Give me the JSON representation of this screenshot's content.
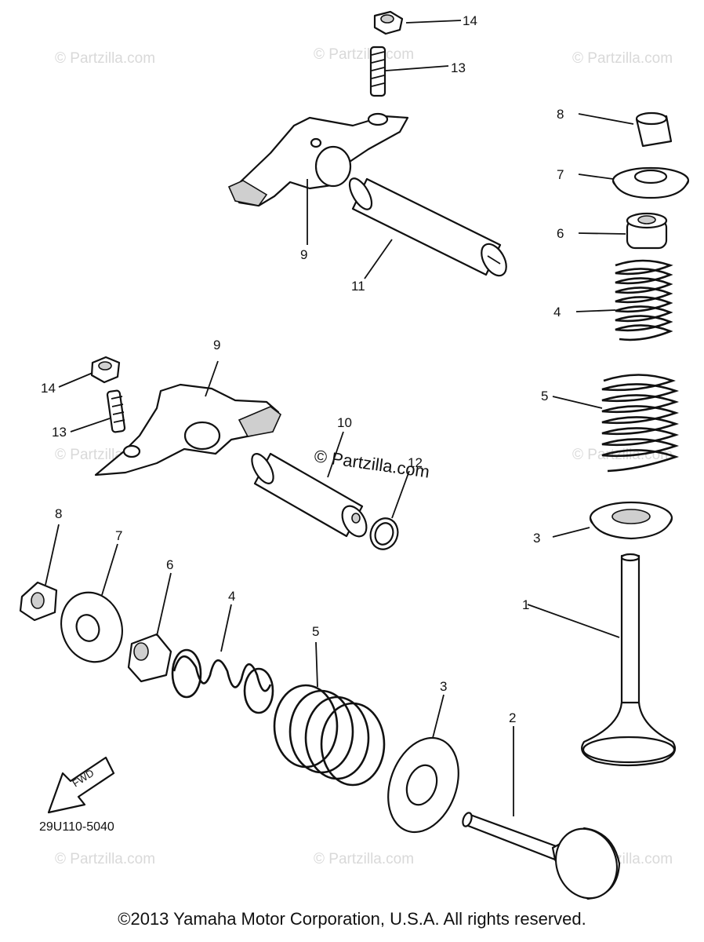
{
  "diagram_code": "29U110-5040",
  "copyright": "©2013 Yamaha Motor Corporation, U.S.A. All rights reserved.",
  "watermark": "© Partzilla.com",
  "fwd_label": "FWD",
  "callouts": {
    "top_14": "14",
    "top_13": "13",
    "top_9": "9",
    "top_11": "11",
    "right_8": "8",
    "right_7": "7",
    "right_6": "6",
    "right_4": "4",
    "right_5": "5",
    "right_3": "3",
    "right_1": "1",
    "mid_9": "9",
    "mid_14": "14",
    "mid_13": "13",
    "mid_10": "10",
    "mid_12": "12",
    "low_8": "8",
    "low_7": "7",
    "low_6": "6",
    "low_4": "4",
    "low_5": "5",
    "low_3": "3",
    "low_2": "2"
  }
}
